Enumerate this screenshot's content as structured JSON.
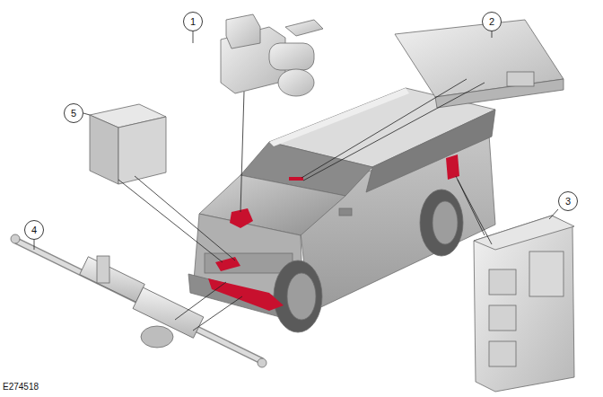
{
  "diagram": {
    "labels": [
      "1",
      "2",
      "3",
      "4",
      "5",
      "E274518"
    ]
  }
}
